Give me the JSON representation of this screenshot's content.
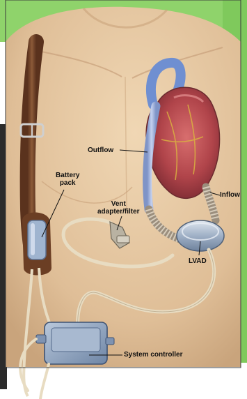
{
  "labels": {
    "outflow": "Outflow",
    "battery_pack_line1": "Battery",
    "battery_pack_line2": "pack",
    "vent_line1": "Vent",
    "vent_line2": "adapter/filter",
    "inflow": "Inflow",
    "lvad": "LVAD",
    "system_controller": "System controller"
  },
  "colors": {
    "skin": "#e7c9a3",
    "background_green": "#8fd36b",
    "strap": "#7a4a2e",
    "heart": "#b84a4e",
    "device_metal": "#a9b7c9",
    "controller": "#8fa3bd",
    "cable": "#e8dcc2"
  }
}
